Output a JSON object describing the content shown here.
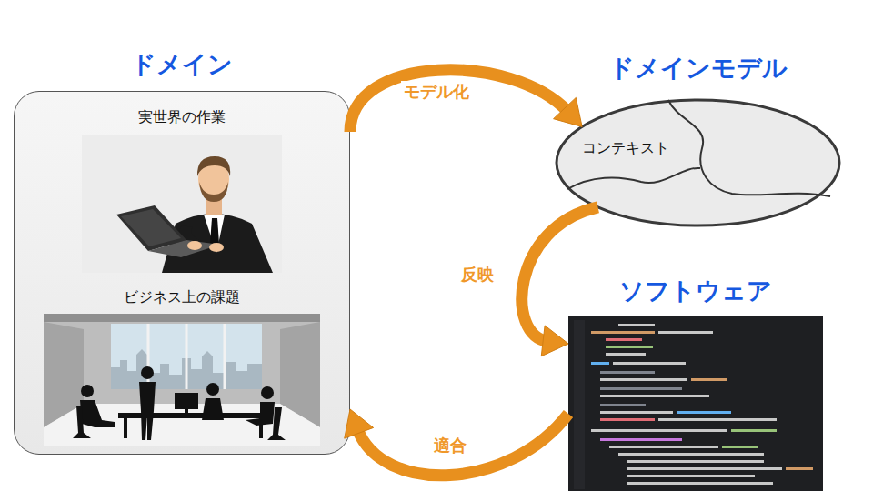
{
  "diagram": {
    "nodes": [
      {
        "text": [
          "ドメイン",
          "実世界の作業",
          "ビジネス上の課題"
        ]
      },
      {
        "text": [
          "ドメインモデル",
          "コンテキスト"
        ]
      },
      {
        "text": [
          "ソフトウェア"
        ]
      }
    ],
    "edges": [
      {
        "from": 0,
        "to": 1,
        "arrow": "to",
        "label": "モデル化"
      },
      {
        "from": 1,
        "to": 2,
        "arrow": "to",
        "label": "反映"
      },
      {
        "from": 2,
        "to": 0,
        "arrow": "to",
        "label": "適合"
      }
    ]
  }
}
